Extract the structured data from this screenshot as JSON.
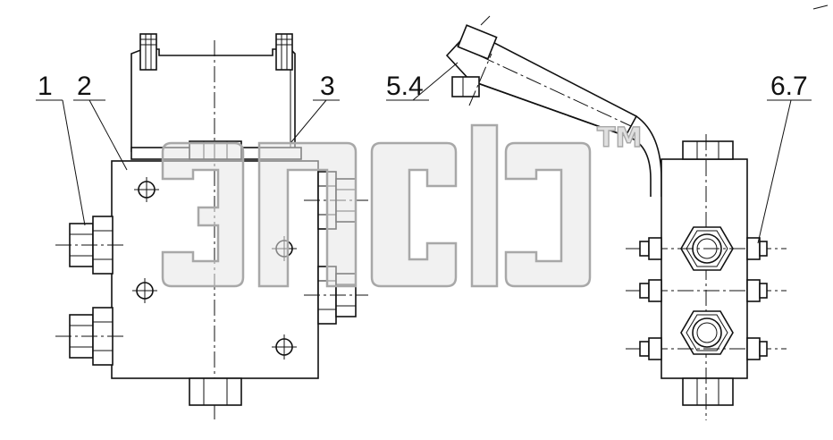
{
  "callouts": [
    {
      "id": "c1",
      "text": "1"
    },
    {
      "id": "c2",
      "text": "2"
    },
    {
      "id": "c3",
      "text": "3"
    },
    {
      "id": "c54",
      "text": "5.4"
    },
    {
      "id": "c67",
      "text": "6.7"
    }
  ],
  "watermark": {
    "text": "ЭПСЭ",
    "trademark": "TM",
    "kind": "logo"
  },
  "icons": [
    "hex-nut-icon",
    "bolt-icon",
    "threaded-stud-icon"
  ]
}
